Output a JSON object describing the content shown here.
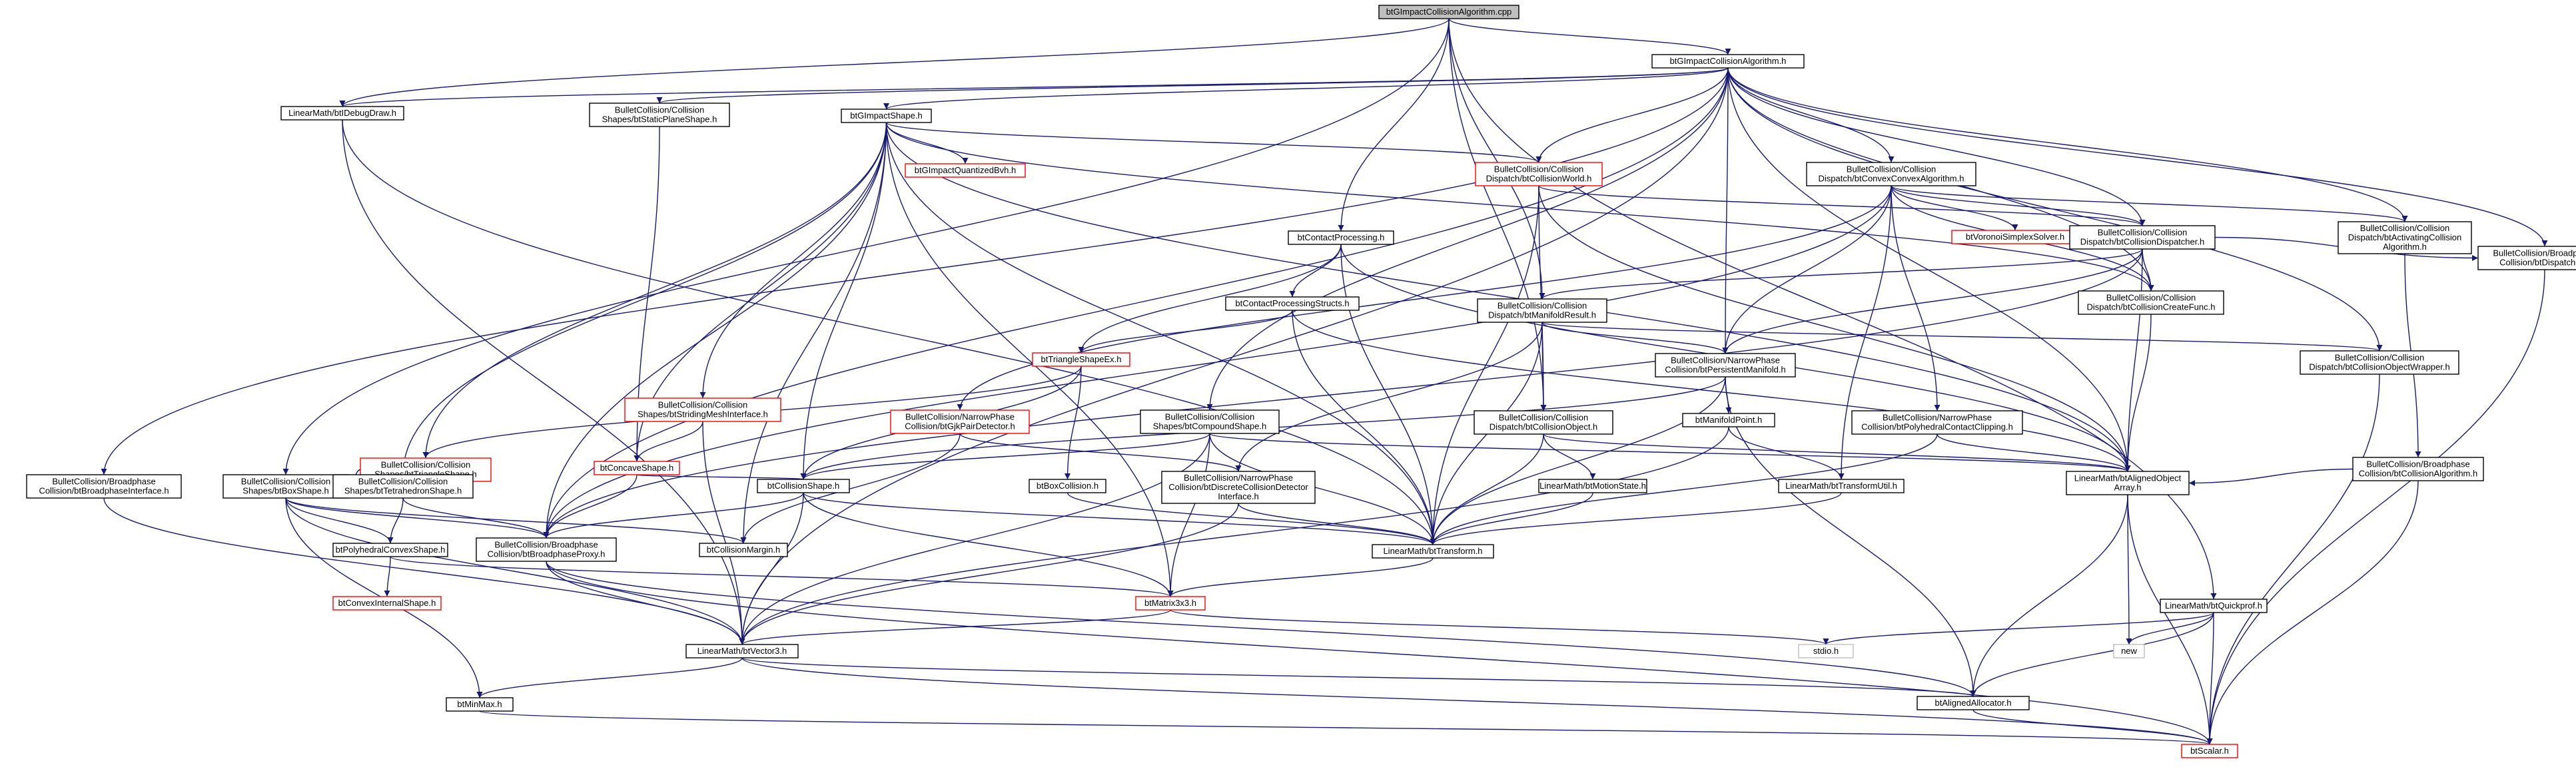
{
  "graph": {
    "colors": {
      "edge": "#191970",
      "node_border": "#000000",
      "missing_border": "#ff0000",
      "root_fill": "#bfbfbf",
      "node_fill": "#ffffff",
      "external_border": "#bfbfbf"
    },
    "nodes": [
      {
        "id": "root",
        "lines": [
          "btGImpactCollisionAlgorithm.cpp"
        ],
        "style": "root"
      },
      {
        "id": "algo_h",
        "lines": [
          "btGImpactCollisionAlgorithm.h"
        ],
        "style": "normal"
      },
      {
        "id": "debugdraw",
        "lines": [
          "LinearMath/btIDebugDraw.h"
        ],
        "style": "normal"
      },
      {
        "id": "staticplane",
        "lines": [
          "BulletCollision/Collision",
          "Shapes/btStaticPlaneShape.h"
        ],
        "style": "normal"
      },
      {
        "id": "gimpactshape",
        "lines": [
          "btGImpactShape.h"
        ],
        "style": "normal"
      },
      {
        "id": "quantbvh",
        "lines": [
          "btGImpactQuantizedBvh.h"
        ],
        "style": "missing"
      },
      {
        "id": "colworld",
        "lines": [
          "BulletCollision/Collision",
          "Dispatch/btCollisionWorld.h"
        ],
        "style": "missing"
      },
      {
        "id": "convexconvex",
        "lines": [
          "BulletCollision/Collision",
          "Dispatch/btConvexConvexAlgorithm.h"
        ],
        "style": "normal"
      },
      {
        "id": "voronoi",
        "lines": [
          "btVoronoiSimplexSolver.h"
        ],
        "style": "missing"
      },
      {
        "id": "coldispatcher",
        "lines": [
          "BulletCollision/Collision",
          "Dispatch/btCollisionDispatcher.h"
        ],
        "style": "normal"
      },
      {
        "id": "activating",
        "lines": [
          "BulletCollision/Collision",
          "Dispatch/btActivatingCollision",
          "Algorithm.h"
        ],
        "style": "normal"
      },
      {
        "id": "bpdispatcher",
        "lines": [
          "BulletCollision/Broadphase",
          "Collision/btDispatcher.h"
        ],
        "style": "normal"
      },
      {
        "id": "contactproc",
        "lines": [
          "btContactProcessing.h"
        ],
        "style": "normal"
      },
      {
        "id": "contactstructs",
        "lines": [
          "btContactProcessingStructs.h"
        ],
        "style": "normal"
      },
      {
        "id": "manifoldresult",
        "lines": [
          "BulletCollision/Collision",
          "Dispatch/btManifoldResult.h"
        ],
        "style": "normal"
      },
      {
        "id": "createfunc",
        "lines": [
          "BulletCollision/Collision",
          "Dispatch/btCollisionCreateFunc.h"
        ],
        "style": "normal"
      },
      {
        "id": "objwrapper",
        "lines": [
          "BulletCollision/Collision",
          "Dispatch/btCollisionObjectWrapper.h"
        ],
        "style": "normal"
      },
      {
        "id": "bpinterface",
        "lines": [
          "BulletCollision/Broadphase",
          "Collision/btBroadphaseInterface.h"
        ],
        "style": "normal"
      },
      {
        "id": "triangleshape",
        "lines": [
          "BulletCollision/Collision",
          "Shapes/btTriangleShape.h"
        ],
        "style": "missing"
      },
      {
        "id": "stridingmesh",
        "lines": [
          "BulletCollision/Collision",
          "Shapes/btStridingMeshInterface.h"
        ],
        "style": "missing"
      },
      {
        "id": "concaveshape",
        "lines": [
          "btConcaveShape.h"
        ],
        "style": "missing"
      },
      {
        "id": "triangleshapeex",
        "lines": [
          "btTriangleShapeEx.h"
        ],
        "style": "missing"
      },
      {
        "id": "gjkpair",
        "lines": [
          "BulletCollision/NarrowPhase",
          "Collision/btGjkPairDetector.h"
        ],
        "style": "missing"
      },
      {
        "id": "compound",
        "lines": [
          "BulletCollision/Collision",
          "Shapes/btCompoundShape.h"
        ],
        "style": "normal"
      },
      {
        "id": "persistent",
        "lines": [
          "BulletCollision/NarrowPhase",
          "Collision/btPersistentManifold.h"
        ],
        "style": "normal"
      },
      {
        "id": "colobject",
        "lines": [
          "BulletCollision/Collision",
          "Dispatch/btCollisionObject.h"
        ],
        "style": "normal"
      },
      {
        "id": "polyclip",
        "lines": [
          "BulletCollision/NarrowPhase",
          "Collision/btPolyhedralContactClipping.h"
        ],
        "style": "normal"
      },
      {
        "id": "bpalgorithm",
        "lines": [
          "BulletCollision/Broadphase",
          "Collision/btCollisionAlgorithm.h"
        ],
        "style": "normal"
      },
      {
        "id": "boxshape",
        "lines": [
          "BulletCollision/Collision",
          "Shapes/btBoxShape.h"
        ],
        "style": "normal"
      },
      {
        "id": "tetra",
        "lines": [
          "BulletCollision/Collision",
          "Shapes/btTetrahedronShape.h"
        ],
        "style": "normal"
      },
      {
        "id": "colshape",
        "lines": [
          "btCollisionShape.h"
        ],
        "style": "normal"
      },
      {
        "id": "boxcollision",
        "lines": [
          "btBoxCollision.h"
        ],
        "style": "normal"
      },
      {
        "id": "discrete",
        "lines": [
          "BulletCollision/NarrowPhase",
          "Collision/btDiscreteCollisionDetector",
          "Interface.h"
        ],
        "style": "normal"
      },
      {
        "id": "manifoldpoint",
        "lines": [
          "btManifoldPoint.h"
        ],
        "style": "normal"
      },
      {
        "id": "motionstate",
        "lines": [
          "LinearMath/btMotionState.h"
        ],
        "style": "normal"
      },
      {
        "id": "transformutil",
        "lines": [
          "LinearMath/btTransformUtil.h"
        ],
        "style": "normal"
      },
      {
        "id": "alignedarray",
        "lines": [
          "LinearMath/btAlignedObject",
          "Array.h"
        ],
        "style": "normal"
      },
      {
        "id": "polyconvex",
        "lines": [
          "btPolyhedralConvexShape.h"
        ],
        "style": "normal"
      },
      {
        "id": "bpproxy",
        "lines": [
          "BulletCollision/Broadphase",
          "Collision/btBroadphaseProxy.h"
        ],
        "style": "normal"
      },
      {
        "id": "colmargin",
        "lines": [
          "btCollisionMargin.h"
        ],
        "style": "normal"
      },
      {
        "id": "transform",
        "lines": [
          "LinearMath/btTransform.h"
        ],
        "style": "normal"
      },
      {
        "id": "convexinternal",
        "lines": [
          "btConvexInternalShape.h"
        ],
        "style": "missing"
      },
      {
        "id": "matrix3x3",
        "lines": [
          "btMatrix3x3.h"
        ],
        "style": "missing"
      },
      {
        "id": "vector3",
        "lines": [
          "LinearMath/btVector3.h"
        ],
        "style": "normal"
      },
      {
        "id": "quickprof",
        "lines": [
          "LinearMath/btQuickprof.h"
        ],
        "style": "normal"
      },
      {
        "id": "stdio",
        "lines": [
          "stdio.h"
        ],
        "style": "external"
      },
      {
        "id": "new",
        "lines": [
          "new"
        ],
        "style": "external"
      },
      {
        "id": "minmax",
        "lines": [
          "btMinMax.h"
        ],
        "style": "normal"
      },
      {
        "id": "allocator",
        "lines": [
          "btAlignedAllocator.h"
        ],
        "style": "normal"
      },
      {
        "id": "scalar",
        "lines": [
          "btScalar.h"
        ],
        "style": "missing"
      }
    ],
    "edges": [
      [
        "root",
        "algo_h"
      ],
      [
        "root",
        "debugdraw"
      ],
      [
        "root",
        "contactproc"
      ],
      [
        "root",
        "manifoldresult"
      ],
      [
        "root",
        "colobject"
      ],
      [
        "root",
        "boxshape"
      ],
      [
        "root",
        "quickprof"
      ],
      [
        "algo_h",
        "debugdraw"
      ],
      [
        "algo_h",
        "staticplane"
      ],
      [
        "algo_h",
        "gimpactshape"
      ],
      [
        "algo_h",
        "colworld"
      ],
      [
        "algo_h",
        "convexconvex"
      ],
      [
        "algo_h",
        "coldispatcher"
      ],
      [
        "algo_h",
        "activating"
      ],
      [
        "algo_h",
        "bpdispatcher"
      ],
      [
        "algo_h",
        "createfunc"
      ],
      [
        "algo_h",
        "objwrapper"
      ],
      [
        "algo_h",
        "bpinterface"
      ],
      [
        "algo_h",
        "compound"
      ],
      [
        "algo_h",
        "persistent"
      ],
      [
        "algo_h",
        "alignedarray"
      ],
      [
        "algo_h",
        "bpproxy"
      ],
      [
        "algo_h",
        "vector3"
      ],
      [
        "debugdraw",
        "transform"
      ],
      [
        "debugdraw",
        "vector3"
      ],
      [
        "staticplane",
        "concaveshape"
      ],
      [
        "gimpactshape",
        "quantbvh"
      ],
      [
        "gimpactshape",
        "colworld"
      ],
      [
        "gimpactshape",
        "triangleshape"
      ],
      [
        "gimpactshape",
        "stridingmesh"
      ],
      [
        "gimpactshape",
        "concaveshape"
      ],
      [
        "gimpactshape",
        "tetra"
      ],
      [
        "gimpactshape",
        "colshape"
      ],
      [
        "gimpactshape",
        "colmargin"
      ],
      [
        "gimpactshape",
        "transform"
      ],
      [
        "gimpactshape",
        "matrix3x3"
      ],
      [
        "gimpactshape",
        "bpproxy"
      ],
      [
        "gimpactshape",
        "createfunc"
      ],
      [
        "gimpactshape",
        "alignedarray"
      ],
      [
        "colworld",
        "colobject"
      ],
      [
        "colworld",
        "coldispatcher"
      ],
      [
        "colworld",
        "alignedarray"
      ],
      [
        "colworld",
        "transform"
      ],
      [
        "convexconvex",
        "voronoi"
      ],
      [
        "convexconvex",
        "coldispatcher"
      ],
      [
        "convexconvex",
        "activating"
      ],
      [
        "convexconvex",
        "gjkpair"
      ],
      [
        "convexconvex",
        "persistent"
      ],
      [
        "convexconvex",
        "polyclip"
      ],
      [
        "convexconvex",
        "createfunc"
      ],
      [
        "convexconvex",
        "transformutil"
      ],
      [
        "convexconvex",
        "bpproxy"
      ],
      [
        "coldispatcher",
        "manifoldresult"
      ],
      [
        "coldispatcher",
        "persistent"
      ],
      [
        "coldispatcher",
        "createfunc"
      ],
      [
        "coldispatcher",
        "bpdispatcher"
      ],
      [
        "coldispatcher",
        "alignedarray"
      ],
      [
        "coldispatcher",
        "bpproxy"
      ],
      [
        "activating",
        "bpalgorithm"
      ],
      [
        "bpdispatcher",
        "scalar"
      ],
      [
        "contactproc",
        "contactstructs"
      ],
      [
        "contactproc",
        "triangleshapeex"
      ],
      [
        "contactproc",
        "transform"
      ],
      [
        "contactproc",
        "alignedarray"
      ],
      [
        "contactstructs",
        "triangleshapeex"
      ],
      [
        "contactstructs",
        "transform"
      ],
      [
        "contactstructs",
        "alignedarray"
      ],
      [
        "manifoldresult",
        "persistent"
      ],
      [
        "manifoldresult",
        "colobject"
      ],
      [
        "manifoldresult",
        "objwrapper"
      ],
      [
        "manifoldresult",
        "discrete"
      ],
      [
        "manifoldresult",
        "transform"
      ],
      [
        "createfunc",
        "alignedarray"
      ],
      [
        "objwrapper",
        "scalar"
      ],
      [
        "bpinterface",
        "vector3"
      ],
      [
        "triangleshape",
        "boxshape"
      ],
      [
        "stridingmesh",
        "concaveshape"
      ],
      [
        "stridingmesh",
        "vector3"
      ],
      [
        "concaveshape",
        "colshape"
      ],
      [
        "concaveshape",
        "bpproxy"
      ],
      [
        "triangleshapeex",
        "colshape"
      ],
      [
        "triangleshapeex",
        "boxcollision"
      ],
      [
        "triangleshapeex",
        "triangleshape"
      ],
      [
        "gjkpair",
        "discrete"
      ],
      [
        "gjkpair",
        "colmargin"
      ],
      [
        "compound",
        "colshape"
      ],
      [
        "compound",
        "vector3"
      ],
      [
        "compound",
        "transform"
      ],
      [
        "compound",
        "matrix3x3"
      ],
      [
        "compound",
        "alignedarray"
      ],
      [
        "persistent",
        "manifoldpoint"
      ],
      [
        "persistent",
        "transform"
      ],
      [
        "persistent",
        "allocator"
      ],
      [
        "persistent",
        "colshape"
      ],
      [
        "colobject",
        "motionstate"
      ],
      [
        "colobject",
        "alignedarray"
      ],
      [
        "colobject",
        "transform"
      ],
      [
        "polyclip",
        "alignedarray"
      ],
      [
        "polyclip",
        "transform"
      ],
      [
        "bpalgorithm",
        "alignedarray"
      ],
      [
        "bpalgorithm",
        "scalar"
      ],
      [
        "boxshape",
        "polyconvex"
      ],
      [
        "boxshape",
        "colmargin"
      ],
      [
        "boxshape",
        "vector3"
      ],
      [
        "boxshape",
        "minmax"
      ],
      [
        "boxshape",
        "bpproxy"
      ],
      [
        "tetra",
        "polyconvex"
      ],
      [
        "tetra",
        "bpproxy"
      ],
      [
        "colshape",
        "transform"
      ],
      [
        "colshape",
        "vector3"
      ],
      [
        "colshape",
        "matrix3x3"
      ],
      [
        "colshape",
        "bpproxy"
      ],
      [
        "boxcollision",
        "transform"
      ],
      [
        "discrete",
        "transform"
      ],
      [
        "discrete",
        "vector3"
      ],
      [
        "manifoldpoint",
        "transformutil"
      ],
      [
        "manifoldpoint",
        "vector3"
      ],
      [
        "motionstate",
        "transform"
      ],
      [
        "transformutil",
        "transform"
      ],
      [
        "alignedarray",
        "allocator"
      ],
      [
        "alignedarray",
        "new"
      ],
      [
        "alignedarray",
        "scalar"
      ],
      [
        "polyconvex",
        "convexinternal"
      ],
      [
        "polyconvex",
        "matrix3x3"
      ],
      [
        "bpproxy",
        "vector3"
      ],
      [
        "bpproxy",
        "allocator"
      ],
      [
        "bpproxy",
        "scalar"
      ],
      [
        "transform",
        "matrix3x3"
      ],
      [
        "matrix3x3",
        "vector3"
      ],
      [
        "matrix3x3",
        "stdio"
      ],
      [
        "vector3",
        "scalar"
      ],
      [
        "vector3",
        "minmax"
      ],
      [
        "vector3",
        "allocator"
      ],
      [
        "quickprof",
        "stdio"
      ],
      [
        "quickprof",
        "new"
      ],
      [
        "quickprof",
        "allocator"
      ],
      [
        "quickprof",
        "scalar"
      ],
      [
        "minmax",
        "scalar"
      ],
      [
        "allocator",
        "scalar"
      ]
    ]
  }
}
